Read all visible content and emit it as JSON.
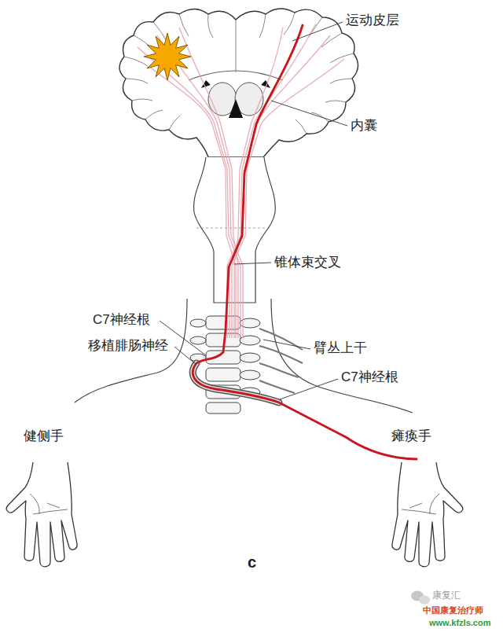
{
  "diagram": {
    "labels": [
      "运动皮层",
      "内囊",
      "锥体束交叉",
      "C7神经根",
      "移植腓肠神经",
      "臂丛上干",
      "C7神经根",
      "健侧手",
      "瘫痪手",
      "c",
      "康复汇",
      "中国康复治疗师",
      "www.kfzls.com"
    ]
  }
}
